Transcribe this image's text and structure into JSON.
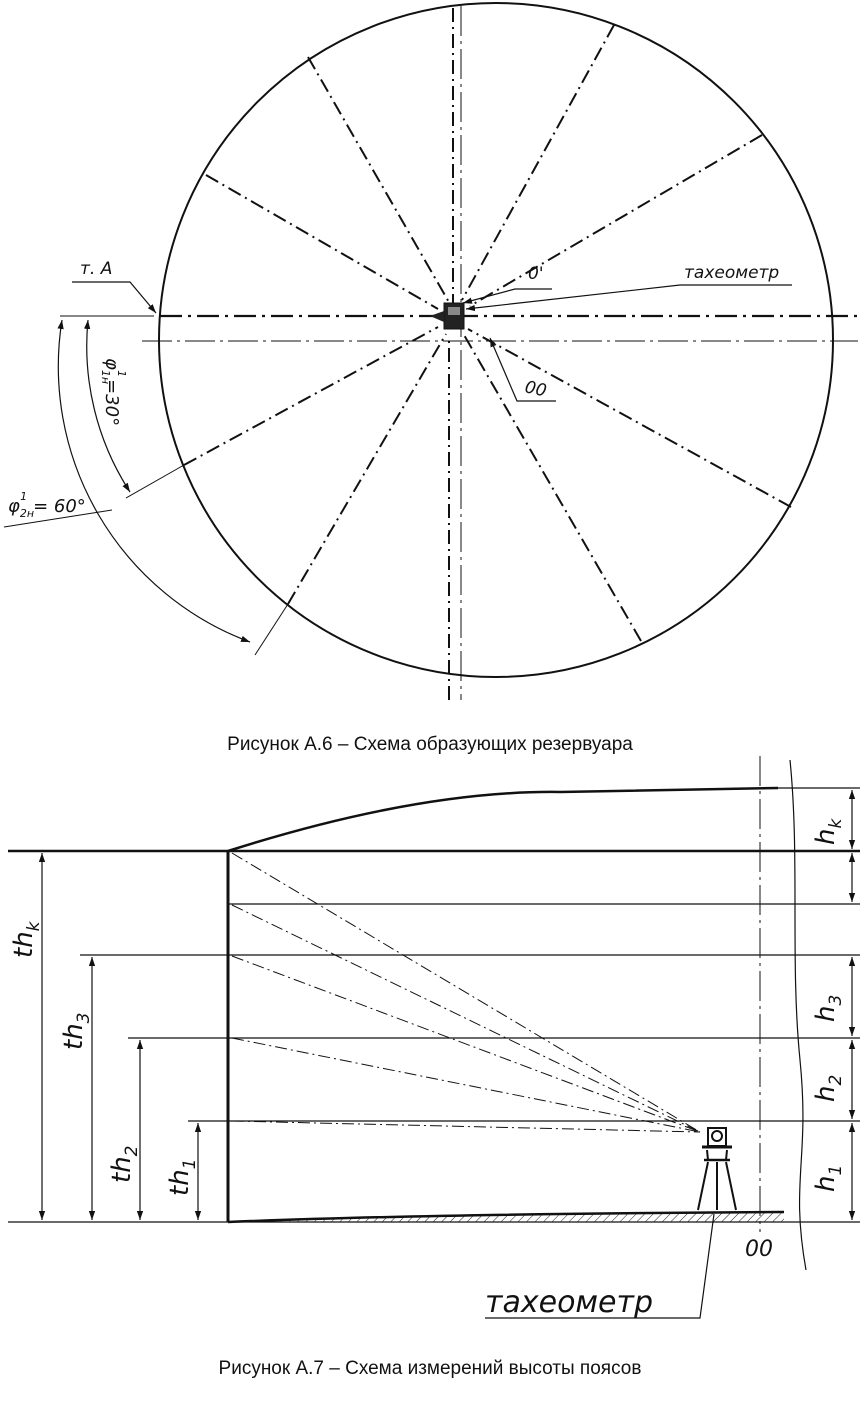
{
  "figure_a6": {
    "caption": "Рисунок А.6 – Схема образующих резервуара",
    "label_point_a": "т. А",
    "label_zero": "0'",
    "label_tacheometer": "тахеометр",
    "label_axis": "00",
    "angle_1": {
      "symbol": "φ",
      "sub": "1н",
      "sup": "1",
      "value": "=30°"
    },
    "angle_2": {
      "symbol": "φ",
      "sub": "2н",
      "sup": "1",
      "value": "= 60°"
    }
  },
  "figure_a7": {
    "caption": "Рисунок А.7 – Схема измерений высоты поясов",
    "label_tacheometer": "тахеометр",
    "label_axis": "00",
    "left_dims": [
      {
        "base": "th",
        "sub": "k"
      },
      {
        "base": "th",
        "sub": "3"
      },
      {
        "base": "th",
        "sub": "2"
      },
      {
        "base": "th",
        "sub": "1"
      }
    ],
    "right_dims": [
      {
        "base": "h",
        "sub": "k"
      },
      {
        "base": "h",
        "sub": "3"
      },
      {
        "base": "h",
        "sub": "2"
      },
      {
        "base": "h",
        "sub": "1"
      }
    ]
  }
}
